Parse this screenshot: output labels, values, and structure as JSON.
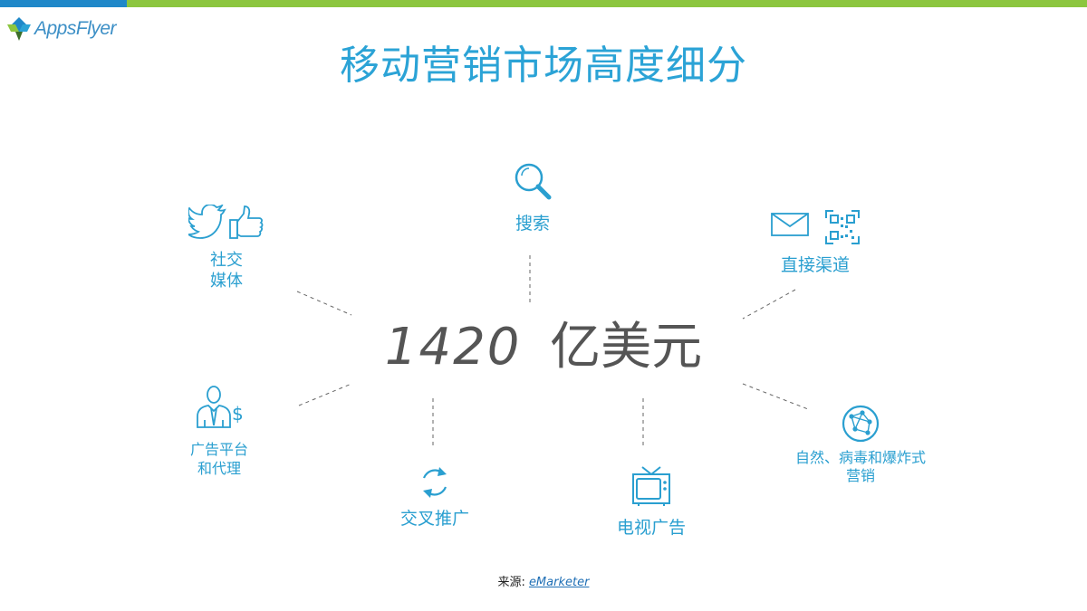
{
  "brand": {
    "name": "AppsFlyer"
  },
  "title": "移动营销市场高度细分",
  "center": {
    "value": "1420",
    "unit": "亿美元"
  },
  "categories": {
    "search": "搜索",
    "social_line1": "社交",
    "social_line2": "媒体",
    "direct": "直接渠道",
    "ad_line1": "广告平台",
    "ad_line2": "和代理",
    "cross": "交叉推广",
    "tv": "电视广告",
    "organic_line1": "自然、病毒和爆炸式",
    "organic_line2": "营销"
  },
  "source": {
    "label": "来源:",
    "link": "eMarketer"
  },
  "colors": {
    "accent": "#2ba3d6",
    "top_blue": "#1f88c9",
    "top_green": "#8cc63f",
    "center_text": "#555555"
  },
  "icons": [
    "twitter-bird-icon",
    "thumbs-up-icon",
    "search-icon",
    "mail-icon",
    "qr-code-icon",
    "businessman-dollar-icon",
    "refresh-cycle-icon",
    "tv-icon",
    "network-globe-icon"
  ]
}
